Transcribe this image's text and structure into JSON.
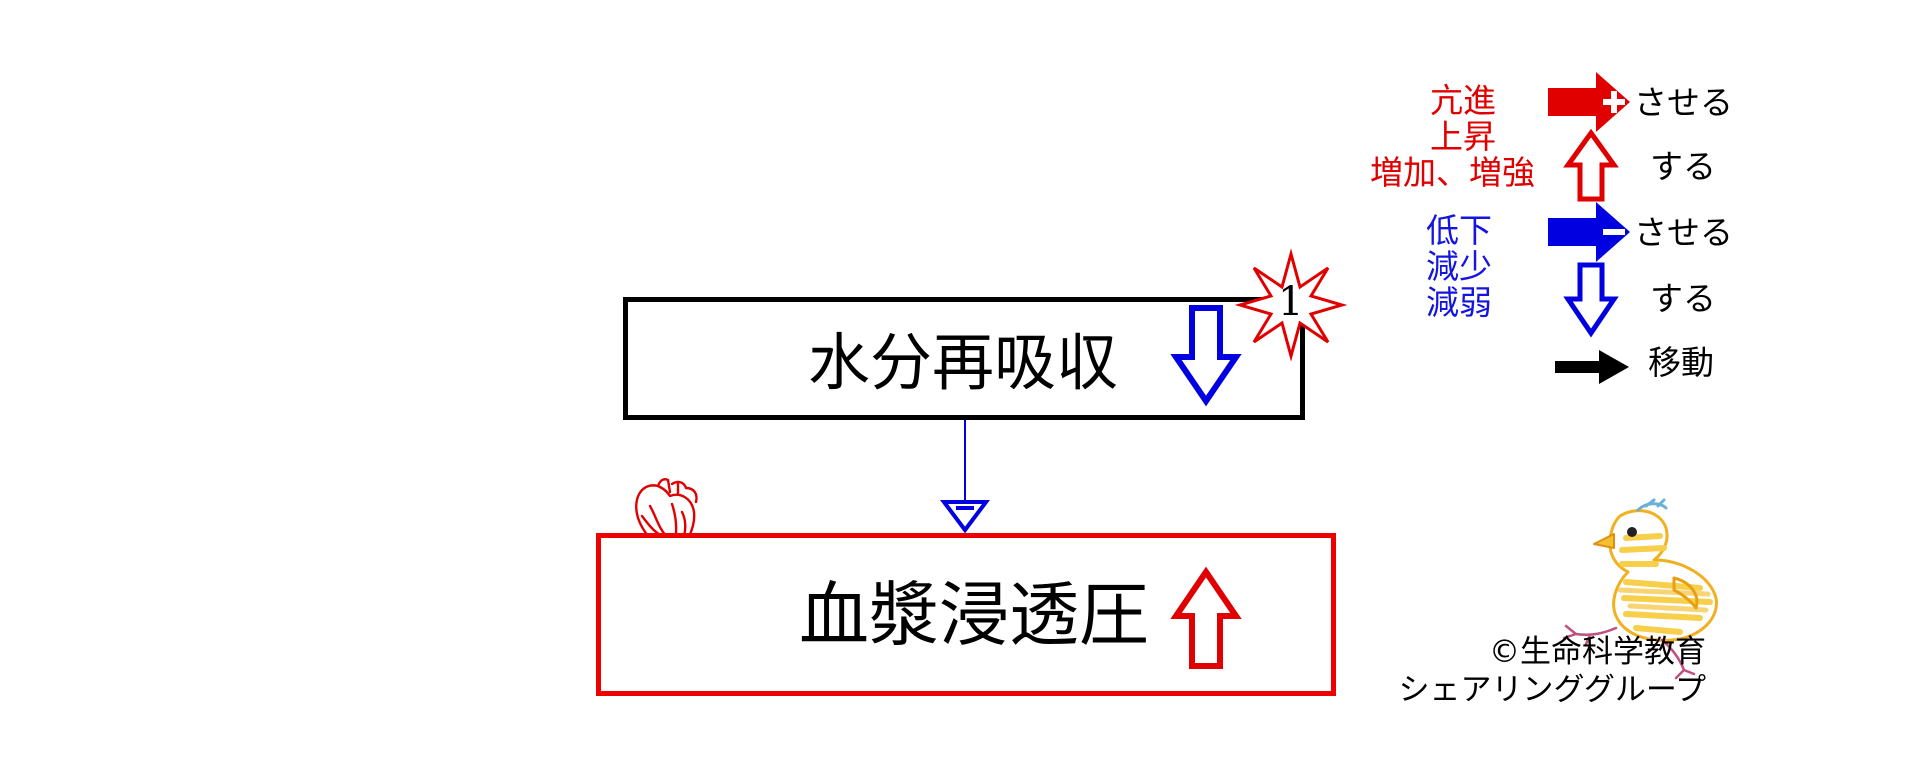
{
  "diagram": {
    "upper_box": {
      "label": "水分再吸収",
      "border_color": "#000000",
      "indicator": "blue-down-arrow"
    },
    "lower_box": {
      "label": "血漿浸透圧",
      "border_color": "#e00000",
      "indicator": "red-up-arrow"
    },
    "connector": {
      "color": "#0000e0",
      "sign": "minus"
    },
    "starburst_number": "1"
  },
  "legend": {
    "increase_labels": [
      "亢進",
      "上昇",
      "増加、増強"
    ],
    "decrease_labels": [
      "低下",
      "減少",
      "減弱"
    ],
    "promote_label": "させる",
    "increase_suffix": "する",
    "suppress_label": "させる",
    "decrease_suffix": "する",
    "move_label": "移動",
    "colors": {
      "increase": "#e00000",
      "decrease": "#0000e0",
      "move": "#000000"
    }
  },
  "credit": {
    "line1": "©生命科学教育",
    "line2": "シェアリンググループ"
  }
}
